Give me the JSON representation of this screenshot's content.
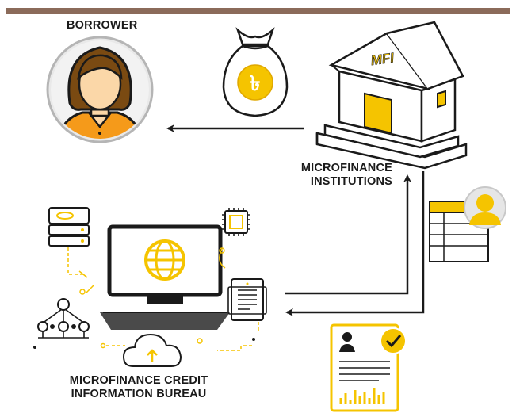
{
  "colors": {
    "band": "#8b6b5a",
    "accent": "#f5c400",
    "accent_dark": "#e0a800",
    "ink": "#1a1a1a",
    "orange": "#f59a1a",
    "dash": "#f5c400"
  },
  "labels": {
    "borrower": "BORROWER",
    "mfi_line1": "MICROFINANCE",
    "mfi_line2": "INSTITUTIONS",
    "bureau_line1": "MICROFINANCE CREDIT",
    "bureau_line2": "INFORMATION BUREAU",
    "mfi_sign": "MFI",
    "currency_symbol": "৳"
  },
  "icons": [
    "borrower-avatar-icon",
    "money-bag-icon",
    "bank-building-icon",
    "server-icon",
    "network-icon",
    "computer-globe-icon",
    "chip-icon",
    "document-icon",
    "cloud-upload-icon",
    "profile-table-icon",
    "report-check-icon"
  ]
}
